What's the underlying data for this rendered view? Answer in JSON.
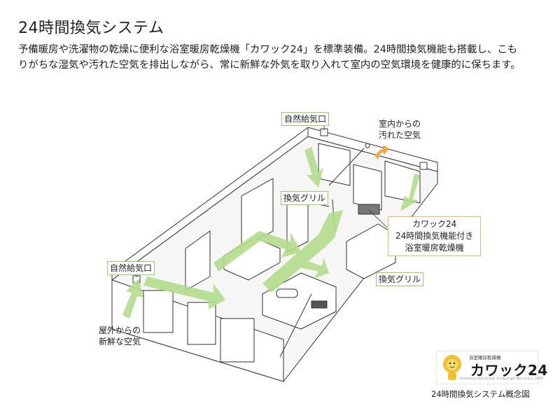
{
  "title": "24時間換気システム",
  "description": {
    "line1": "予備暖房や洗濯物の乾燥に便利な浴室暖房乾燥機「カワック24」を標準装備。24時間換気機能も搭載し、こも",
    "line2": "りがちな湿気や汚れた空気を排出しながら、常に新鮮な外気を取り入れて室内の空気環境を健康的に保ちます。"
  },
  "labels": {
    "natural_intake_top": "自然給気口",
    "indoor_dirty_air_line1": "室内からの",
    "indoor_dirty_air_line2": "汚れた空気",
    "exhaust_grill_top": "換気グリル",
    "kawakku_line1": "カワック24",
    "kawakku_line2": "24時間換気機能付き",
    "kawakku_line3": "浴室暖房乾燥機",
    "natural_intake_left": "自然給気口",
    "exhaust_grill_bottom": "換気グリル",
    "fresh_air_line1": "屋外からの",
    "fresh_air_line2": "新鮮な空気"
  },
  "logo": {
    "small_text": "浴室暖房乾燥機",
    "main_text": "カワック24",
    "copyright": "Illustration Dick Bruna, © copyright Mercis b.v., 1997."
  },
  "caption": "24時間換気システム概念図",
  "colors": {
    "fresh_air_arrow": "#b3dc8c",
    "dirty_air_arrow": "#f2a646",
    "label_border_green": "#9acb6b",
    "label_border_orange": "#e8b774",
    "line": "#333333"
  }
}
